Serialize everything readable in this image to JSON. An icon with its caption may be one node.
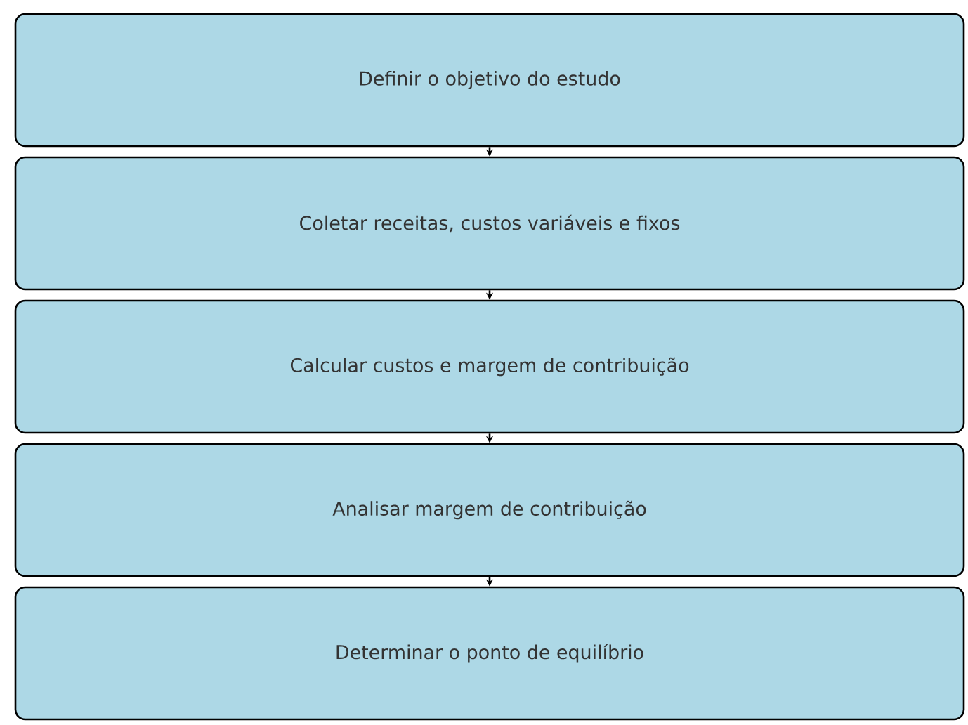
{
  "diagram": {
    "nodes": [
      {
        "text": [
          "Definir o objetivo do estudo"
        ]
      },
      {
        "text": [
          "Coletar receitas, custos variáveis e fixos"
        ]
      },
      {
        "text": [
          "Calcular custos e margem de contribuição"
        ]
      },
      {
        "text": [
          "Analisar margem de contribuição"
        ]
      },
      {
        "text": [
          "Determinar o ponto de equilíbrio"
        ]
      }
    ],
    "edges": [
      {
        "from": 0,
        "to": 1,
        "arrow": "to"
      },
      {
        "from": 1,
        "to": 2,
        "arrow": "to"
      },
      {
        "from": 2,
        "to": 3,
        "arrow": "to"
      },
      {
        "from": 3,
        "to": 4,
        "arrow": "to"
      }
    ]
  }
}
